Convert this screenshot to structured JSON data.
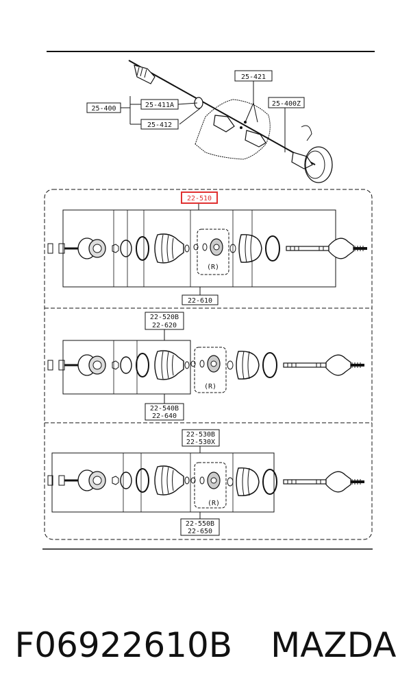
{
  "top_labels": {
    "l_25_400": "25-400",
    "l_25_411a": "25-411A",
    "l_25_412": "25-412",
    "l_25_421": "25-421",
    "l_25_400z": "25-400Z"
  },
  "panel1": {
    "top": "22-510",
    "bottom": "22-610",
    "r": "(R)"
  },
  "panel2": {
    "top1": "22-520B",
    "top2": "22-620",
    "bottom1": "22-540B",
    "bottom2": "22-640",
    "r": "(R)"
  },
  "panel3": {
    "top1": "22-530B",
    "top2": "22-530X",
    "bottom1": "22-550B",
    "bottom2": "22-650",
    "r": "(R)"
  },
  "caption": {
    "part_number": "F06922610B",
    "brand": "MAZDA"
  },
  "colors": {
    "highlight": "#e03030",
    "ink": "#111111"
  }
}
